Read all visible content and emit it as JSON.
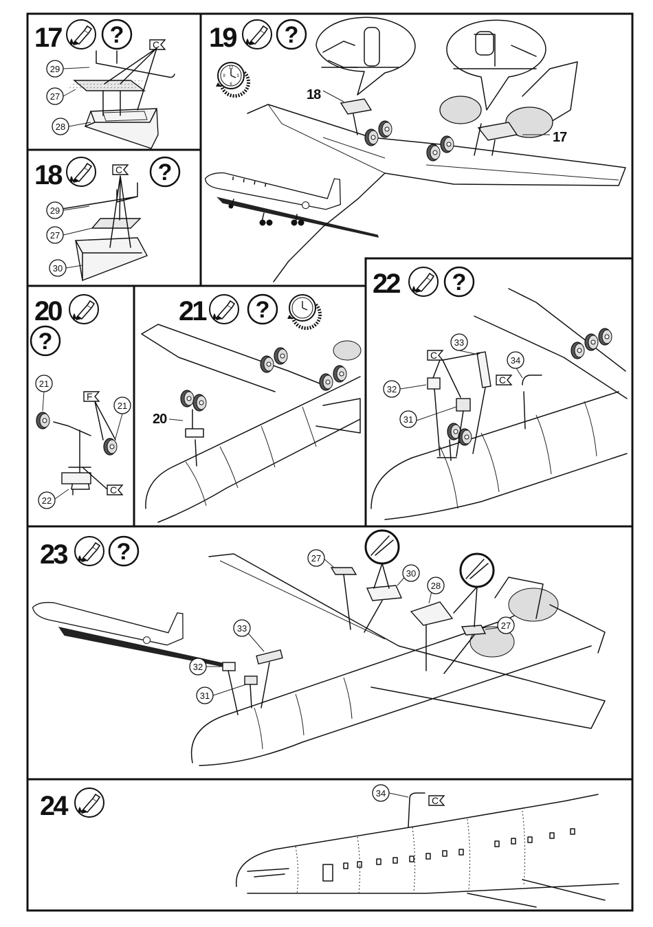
{
  "steps": [
    {
      "number": "17"
    },
    {
      "number": "18"
    },
    {
      "number": "19"
    },
    {
      "number": "20"
    },
    {
      "number": "21"
    },
    {
      "number": "22"
    },
    {
      "number": "23"
    },
    {
      "number": "24"
    }
  ],
  "icons": {
    "glue": "glue-tube-icon",
    "paint": "question-mark-icon",
    "cure": "clock-icon",
    "mask": "brush-icon"
  },
  "callouts": {
    "p17": [
      "29",
      "27",
      "28"
    ],
    "p18": [
      "29",
      "27",
      "30"
    ],
    "p19": [
      "18",
      "17"
    ],
    "p20": [
      "21",
      "21",
      "22"
    ],
    "p21": [
      "20"
    ],
    "p22": [
      "33",
      "34",
      "32",
      "31"
    ],
    "p23": [
      "27",
      "30",
      "28",
      "27",
      "33",
      "32",
      "31"
    ],
    "p24": [
      "34"
    ]
  },
  "flags": {
    "c": "C",
    "f": "F"
  },
  "question": "?",
  "clock_numerals": [
    "12",
    "3",
    "6",
    "9"
  ]
}
